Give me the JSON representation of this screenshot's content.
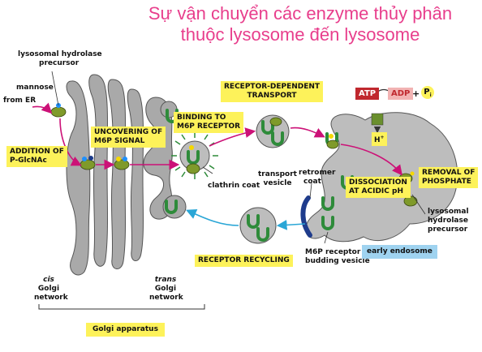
{
  "title": {
    "line1": "Sự vận chuyển các enzyme thủy phân",
    "line2": "thuộc lysosome đến lysosome"
  },
  "labels": {
    "hydrolase_precursor_1": "lysosomal hydrolase",
    "hydrolase_precursor_2": "precursor",
    "mannose": "mannose",
    "from_er": "from ER",
    "addition_1": "ADDITION OF",
    "addition_2": "P-GlcNAc",
    "uncovering_1": "UNCOVERING OF",
    "uncovering_2": "M6P SIGNAL",
    "binding_1": "BINDING TO",
    "binding_2": "M6P RECEPTOR",
    "clathrin_coat": "clathrin coat",
    "receptor_dependent_1": "RECEPTOR-DEPENDENT",
    "receptor_dependent_2": "TRANSPORT",
    "transport_vesicle_1": "transport",
    "transport_vesicle_2": "vesicle",
    "retromer_1": "retromer",
    "retromer_2": "coat",
    "dissociation_1": "DISSOCIATION",
    "dissociation_2": "AT ACIDIC pH",
    "removal_1": "REMOVAL OF",
    "removal_2": "PHOSPHATE",
    "lys_hydrolase_1": "lysosomal",
    "lys_hydrolase_2": "hydrolase",
    "lys_hydrolase_3": "precursor",
    "atp": "ATP",
    "adp": "ADP",
    "plus": "+",
    "pi": "P",
    "pi_sub": "i",
    "h_plus": "H",
    "h_sup": "+",
    "early_endosome": "early endosome",
    "m6p_receptor_1": "M6P receptor in",
    "m6p_receptor_2": "budding vesicle",
    "receptor_recycling": "RECEPTOR RECYCLING",
    "cis_1": "cis",
    "cis_2": "Golgi",
    "cis_3": "network",
    "trans_1": "trans",
    "trans_2": "Golgi",
    "trans_3": "network",
    "golgi_apparatus": "Golgi apparatus"
  },
  "colors": {
    "title": "#e83e8c",
    "arrow_magenta": "#cc1177",
    "arrow_blue": "#2aa6d6",
    "membrane_fill": "#a9a9a9",
    "organelle_fill": "#bdbdbd",
    "receptor_green": "#2e8b3a",
    "label_yellow": "#fdf25a",
    "endosome_blue": "#9fd3f0",
    "atp_red": "#c0282e"
  }
}
